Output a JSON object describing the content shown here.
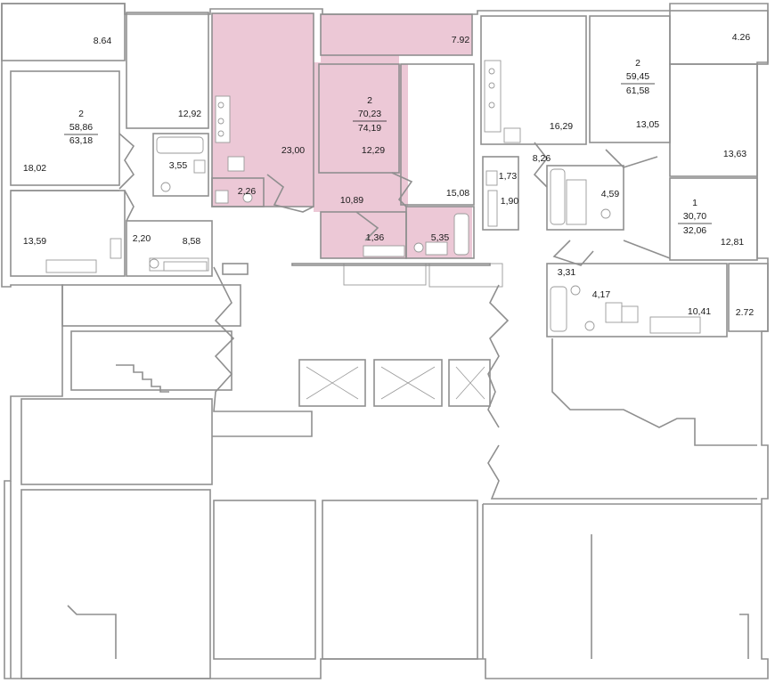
{
  "highlight_color": "#ecc8d6",
  "wall_color": "#8f8f8f",
  "rooms": {
    "r_8_64": "8.64",
    "r_12_92": "12,92",
    "r_18_02": "18,02",
    "r_3_55": "3,55",
    "r_13_59": "13,59",
    "r_2_20": "2,20",
    "r_8_58": "8,58",
    "r_23_00": "23,00",
    "r_2_26": "2,26",
    "r_7_92": "7.92",
    "r_12_29": "12,29",
    "r_10_89": "10,89",
    "r_15_08": "15,08",
    "r_1_36": "1,36",
    "r_5_35": "5,35",
    "r_16_29": "16,29",
    "r_1_73": "1,73",
    "r_1_90": "1,90",
    "r_8_26": "8,26",
    "r_4_59": "4,59",
    "r_13_05": "13,05",
    "r_4_26": "4.26",
    "r_13_63": "13,63",
    "r_12_81": "12,81",
    "r_3_31": "3,31",
    "r_4_17": "4,17",
    "r_10_41": "10,41",
    "r_2_72": "2.72"
  },
  "apartments": [
    {
      "rooms": "2",
      "living_area": "58,86",
      "total_area": "63,18"
    },
    {
      "rooms": "2",
      "living_area": "70,23",
      "total_area": "74,19"
    },
    {
      "rooms": "2",
      "living_area": "59,45",
      "total_area": "61,58"
    },
    {
      "rooms": "1",
      "living_area": "30,70",
      "total_area": "32,06"
    }
  ]
}
